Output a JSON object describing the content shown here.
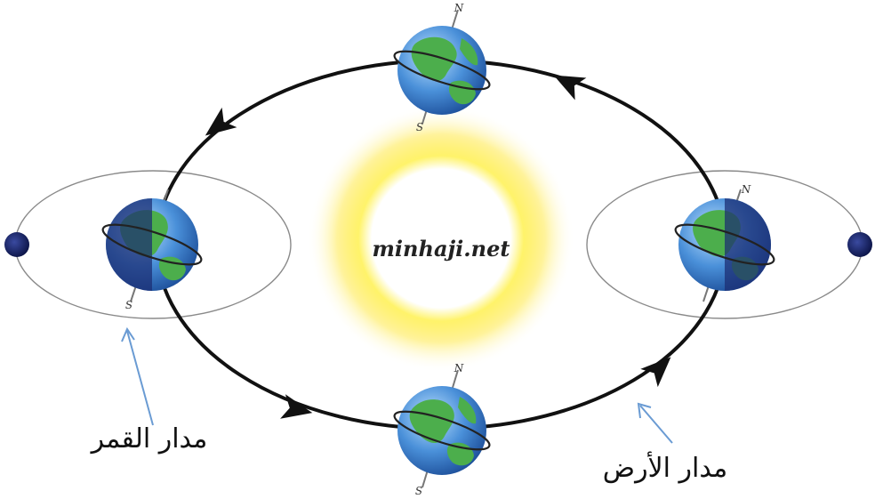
{
  "sun": {
    "watermark": "minhaji.net"
  },
  "labels": {
    "moon_orbit": "مدار القمر",
    "earth_orbit": "مدار الأرض"
  },
  "poles": {
    "north": "N",
    "south": "S"
  },
  "colors": {
    "orbit": "#111111",
    "moon_orbit": "#888888",
    "arrow": "#6a9bd3",
    "ocean": "#4a90d9",
    "land": "#4cae4c",
    "night": "#2c3f86",
    "moon": "#101a55",
    "sun_glow": "#ffe94a"
  }
}
